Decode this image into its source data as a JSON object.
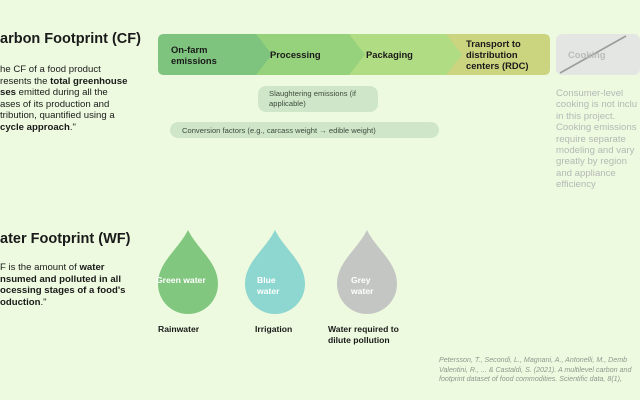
{
  "cf": {
    "heading": "arbon Footprint (CF)",
    "intro_1": "he CF of a food product",
    "intro_2": "resents the ",
    "intro_2_bold": "total greenhouse",
    "intro_3_bold": "ses",
    "intro_3": " emitted during all the",
    "intro_4": "ases of its production and",
    "intro_5": "tribution, quantified using a",
    "intro_6_bold": " cycle approach",
    "intro_6": ".\""
  },
  "process": {
    "steps": [
      {
        "label": "On-farm emissions",
        "color": "#7ec47e"
      },
      {
        "label": "Processing",
        "color": "#96d17c"
      },
      {
        "label": "Packaging",
        "color": "#b0dc83"
      },
      {
        "label": "Transport to distribution centers (RDC)",
        "color": "#cbd47f"
      }
    ],
    "cooking_label": "Cooking",
    "slaughter_note": "Slaughtering emissions (if applicable)",
    "conversion_note": "Conversion factors (e.g., carcass weight → edible weight)",
    "cooking_note": "Consumer-level cooking is not inclu in this project. Cooking emissions require separate modeling and vary greatly by region and appliance efficiency"
  },
  "wf": {
    "heading": "ater Footprint (WF)",
    "intro_1a": "F is the amount of ",
    "intro_1b_bold": "water",
    "intro_2_bold": "nsumed and polluted in all",
    "intro_3_bold": "ocessing stages of a food's",
    "intro_4_bold": "oduction",
    "intro_4": ".\""
  },
  "drops": [
    {
      "label": "Green water",
      "caption": "Rainwater",
      "color": "#82c77f"
    },
    {
      "label": "Blue water",
      "caption": "Irrigation",
      "color": "#8ed6d0"
    },
    {
      "label": "Grey water",
      "caption": "Water required to dilute pollution",
      "color": "#c4c6c4"
    }
  ],
  "reference": {
    "line1": "Petersson, T., Secondi, L., Magnani, A., Antonelli, M., Demb",
    "line2": "Valentini, R., ... & Castaldi, S. (2021). A multilevel carbon and",
    "line3": "footprint dataset of food commodities. Scientific data, 8(1),"
  },
  "icons": {
    "cooking": "strikethrough-icon",
    "drop": "water-drop-icon"
  }
}
